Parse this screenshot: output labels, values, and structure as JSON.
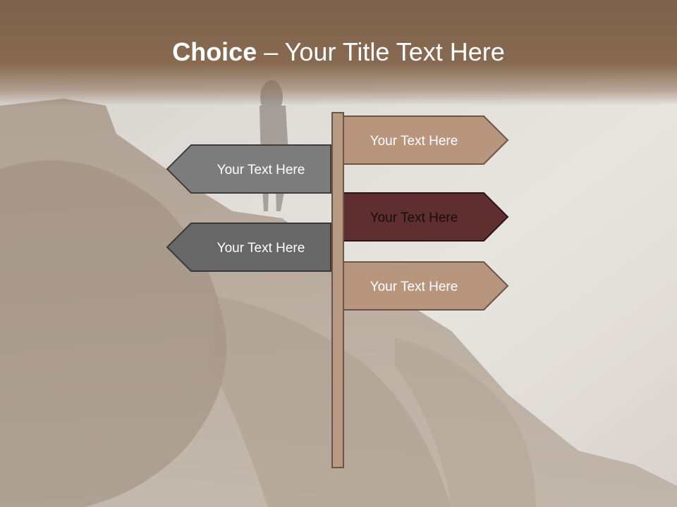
{
  "title": {
    "bold": "Choice",
    "separator": " – ",
    "rest": "Your Title Text Here"
  },
  "signs": [
    {
      "label": "Your Text Here",
      "direction": "right",
      "color": "#b8967e"
    },
    {
      "label": "Your Text Here",
      "direction": "left",
      "color": "#7d7d7d"
    },
    {
      "label": "Your Text Here",
      "direction": "right",
      "color": "#5e2e30"
    },
    {
      "label": "Your Text Here",
      "direction": "left",
      "color": "#676767"
    },
    {
      "label": "Your Text Here",
      "direction": "right",
      "color": "#b8967e"
    }
  ],
  "colors": {
    "title_bar": "#7d624c",
    "post": "#b89a82",
    "outline": "#5f4a3a",
    "sign_text_light": "#ffffff"
  }
}
